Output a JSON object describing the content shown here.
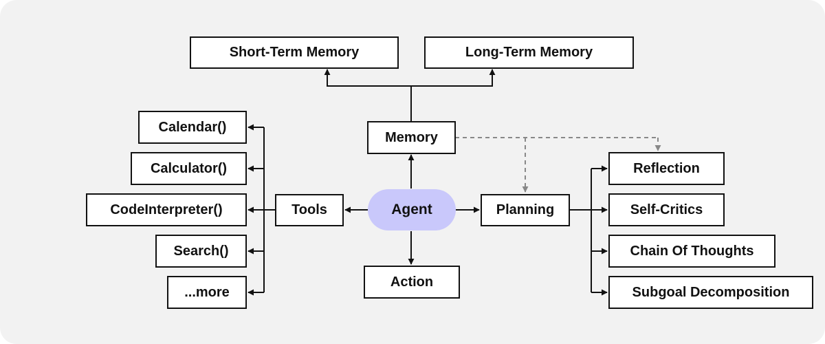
{
  "nodes": {
    "short_term_memory": "Short-Term Memory",
    "long_term_memory": "Long-Term Memory",
    "memory": "Memory",
    "agent": "Agent",
    "action": "Action",
    "tools": "Tools",
    "planning": "Planning",
    "tool_items": [
      "Calendar()",
      "Calculator()",
      "CodeInterpreter()",
      "Search()",
      "...more"
    ],
    "planning_items": [
      "Reflection",
      "Self-Critics",
      "Chain Of Thoughts",
      "Subgoal Decomposition"
    ]
  },
  "colors": {
    "background": "#f2f2f2",
    "agent_fill": "#c9c8fb",
    "line": "#111111",
    "dashed_line": "#888888"
  }
}
